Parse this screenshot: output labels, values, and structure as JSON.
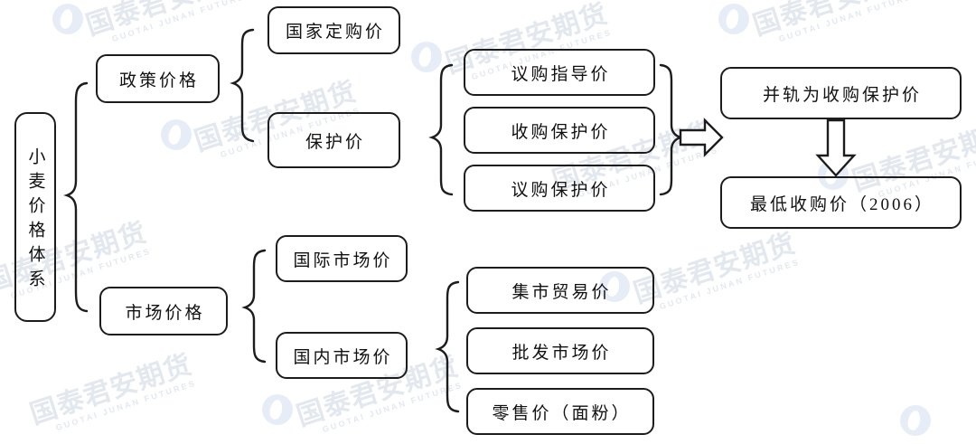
{
  "diagram": {
    "title": "小麦价格体系",
    "watermark": {
      "cn": "国泰君安期货",
      "en": "GUOTAI JUNAN FUTURES"
    },
    "nodes": {
      "root": "小麦价格体系",
      "policy_price": "政策价格",
      "market_price": "市场价格",
      "state_purchase_price": "国家定购价",
      "protection_price": "保护价",
      "negotiated_guide_price": "议购指导价",
      "procurement_protection_price": "收购保护价",
      "negotiated_protection_price": "议购保护价",
      "merged_protection_price": "并轨为收购保护价",
      "minimum_purchase_price": "最低收购价（2006）",
      "international_market_price": "国际市场价",
      "domestic_market_price": "国内市场价",
      "fair_trade_price": "集市贸易价",
      "wholesale_market_price": "批发市场价",
      "retail_price_flour": "零售价（面粉）"
    }
  }
}
